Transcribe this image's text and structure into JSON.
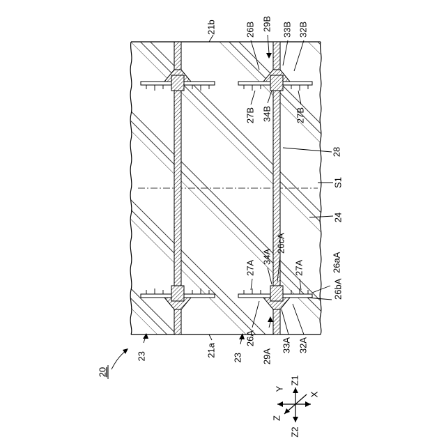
{
  "figure": {
    "number": "20",
    "labels": {
      "ref_21b": "21b",
      "ref_26B": "26B",
      "ref_29B": "29B",
      "ref_33B": "33B",
      "ref_32B": "32B",
      "ref_27B_left": "27B",
      "ref_34B": "34B",
      "ref_27B_right": "27B",
      "ref_28": "28",
      "ref_S1": "S1",
      "ref_24": "24",
      "ref_26cA": "26cA",
      "ref_34A": "34A",
      "ref_27A_left": "27A",
      "ref_27A_right": "27A",
      "ref_26aA": "26aA",
      "ref_26bA": "26bA",
      "ref_26A": "26A",
      "ref_29A": "29A",
      "ref_33A": "33A",
      "ref_32A": "32A",
      "ref_23_left": "23",
      "ref_21a": "21a",
      "ref_23_right": "23"
    },
    "axes": {
      "y": "Y",
      "z1": "Z1",
      "x": "X",
      "z": "Z",
      "z2": "Z2"
    }
  }
}
